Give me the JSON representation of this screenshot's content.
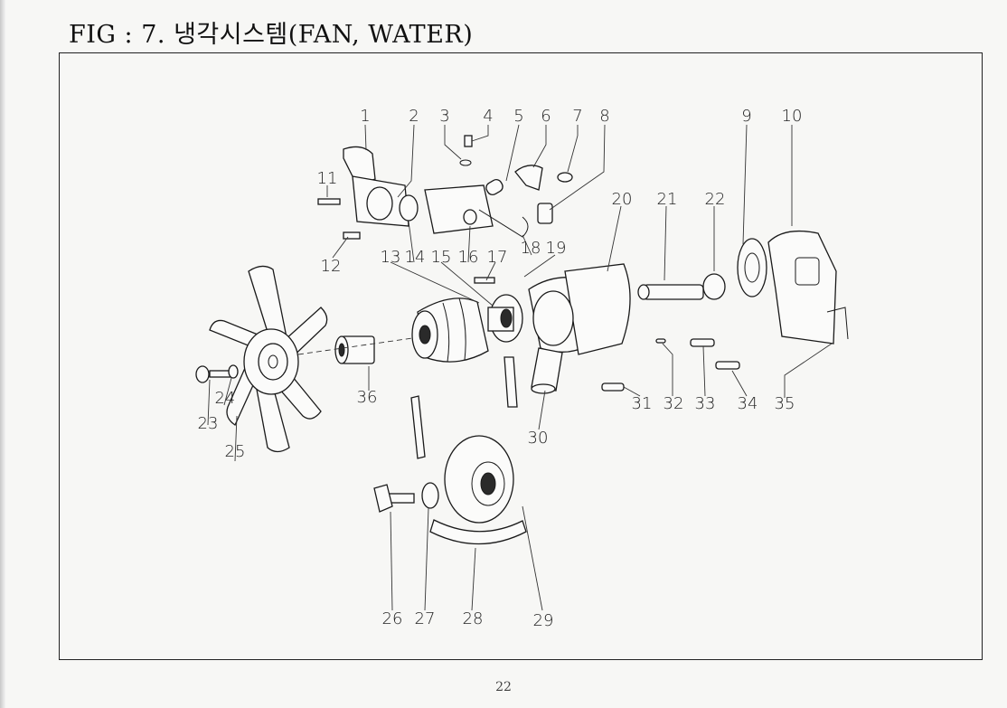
{
  "title": "FIG : 7. 냉각시스템(FAN, WATER)",
  "page_number": "22",
  "callouts": [
    "1",
    "2",
    "3",
    "4",
    "5",
    "6",
    "7",
    "8",
    "9",
    "10",
    "11",
    "12",
    "13",
    "14",
    "15",
    "16",
    "17",
    "18",
    "19",
    "20",
    "21",
    "22",
    "23",
    "24",
    "25",
    "26",
    "27",
    "28",
    "29",
    "30",
    "31",
    "32",
    "33",
    "34",
    "35",
    "36"
  ]
}
